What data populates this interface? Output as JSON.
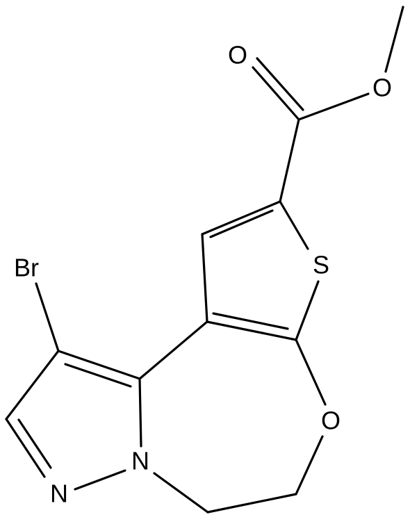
{
  "atoms": {
    "br": "Br",
    "s": "S",
    "o_ring": "O",
    "o_carbonyl": "O",
    "o_ester": "O",
    "n_pyrazole": "N",
    "n_bridge": "N"
  }
}
